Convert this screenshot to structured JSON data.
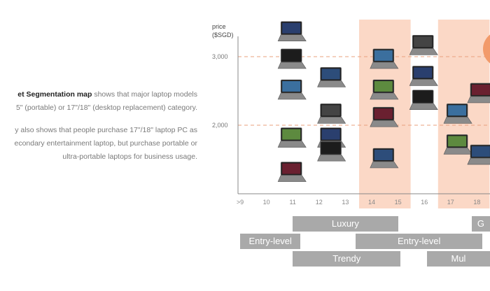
{
  "description": {
    "line1_bold": "et Segmentation map",
    "line1_rest": " shows that major laptop models",
    "line2": "5\" (portable) or 17\"/18\" (desktop replacement) category.",
    "line3": "y also shows that people purchase 17\"/18\" laptop PC as",
    "line4": "econdary entertainment laptop, but purchase portable or",
    "line5": "ultra-portable laptops for business usage."
  },
  "chart_data": {
    "type": "scatter",
    "title": "",
    "ylabel": "price ($SGD)",
    "xlabel": "",
    "x_ticks": [
      ">9",
      "10",
      "11",
      "12",
      "13",
      "14",
      "15",
      "16",
      "17",
      "18"
    ],
    "y_ticks": [
      "2,000",
      "3,000"
    ],
    "highlight_bands": [
      {
        "from": "14",
        "to": "15",
        "color": "#fbd8c6"
      },
      {
        "from": "17",
        "to": "18",
        "color": "#fbd8c6"
      }
    ],
    "reference_lines": [
      2000,
      3000
    ],
    "marker": "laptop-image",
    "points": [
      {
        "x": 11,
        "y": 3350
      },
      {
        "x": 11,
        "y": 2950
      },
      {
        "x": 11,
        "y": 2500
      },
      {
        "x": 11,
        "y": 1800
      },
      {
        "x": 11,
        "y": 1300
      },
      {
        "x": 12.5,
        "y": 2680
      },
      {
        "x": 12.5,
        "y": 2150
      },
      {
        "x": 12.5,
        "y": 1800
      },
      {
        "x": 12.5,
        "y": 1600
      },
      {
        "x": 14.5,
        "y": 2950
      },
      {
        "x": 14.5,
        "y": 2500
      },
      {
        "x": 14.5,
        "y": 2100
      },
      {
        "x": 14.5,
        "y": 1500
      },
      {
        "x": 16,
        "y": 3150
      },
      {
        "x": 16,
        "y": 2700
      },
      {
        "x": 16,
        "y": 2350
      },
      {
        "x": 17.3,
        "y": 2150
      },
      {
        "x": 17.3,
        "y": 1700
      },
      {
        "x": 18.2,
        "y": 2450
      },
      {
        "x": 18.2,
        "y": 1550
      }
    ],
    "segments": [
      {
        "label": "Luxury",
        "from": 11,
        "to": 15,
        "row": 0
      },
      {
        "label": "G",
        "from": 17.8,
        "to": 18.8,
        "row": 0
      },
      {
        "label": "Entry-level",
        "from": 9,
        "to": 11.3,
        "row": 1
      },
      {
        "label": "Entry-level",
        "from": 13.4,
        "to": 18.2,
        "row": 1
      },
      {
        "label": "Trendy",
        "from": 11,
        "to": 15.1,
        "row": 2
      },
      {
        "label": "Mul",
        "from": 16.1,
        "to": 18.8,
        "row": 2
      }
    ],
    "colors": {
      "band": "#fbd8c6",
      "dash": "#e8a07e",
      "segment": "#a9a9a9",
      "accent_circle": "#f29a6a"
    }
  }
}
